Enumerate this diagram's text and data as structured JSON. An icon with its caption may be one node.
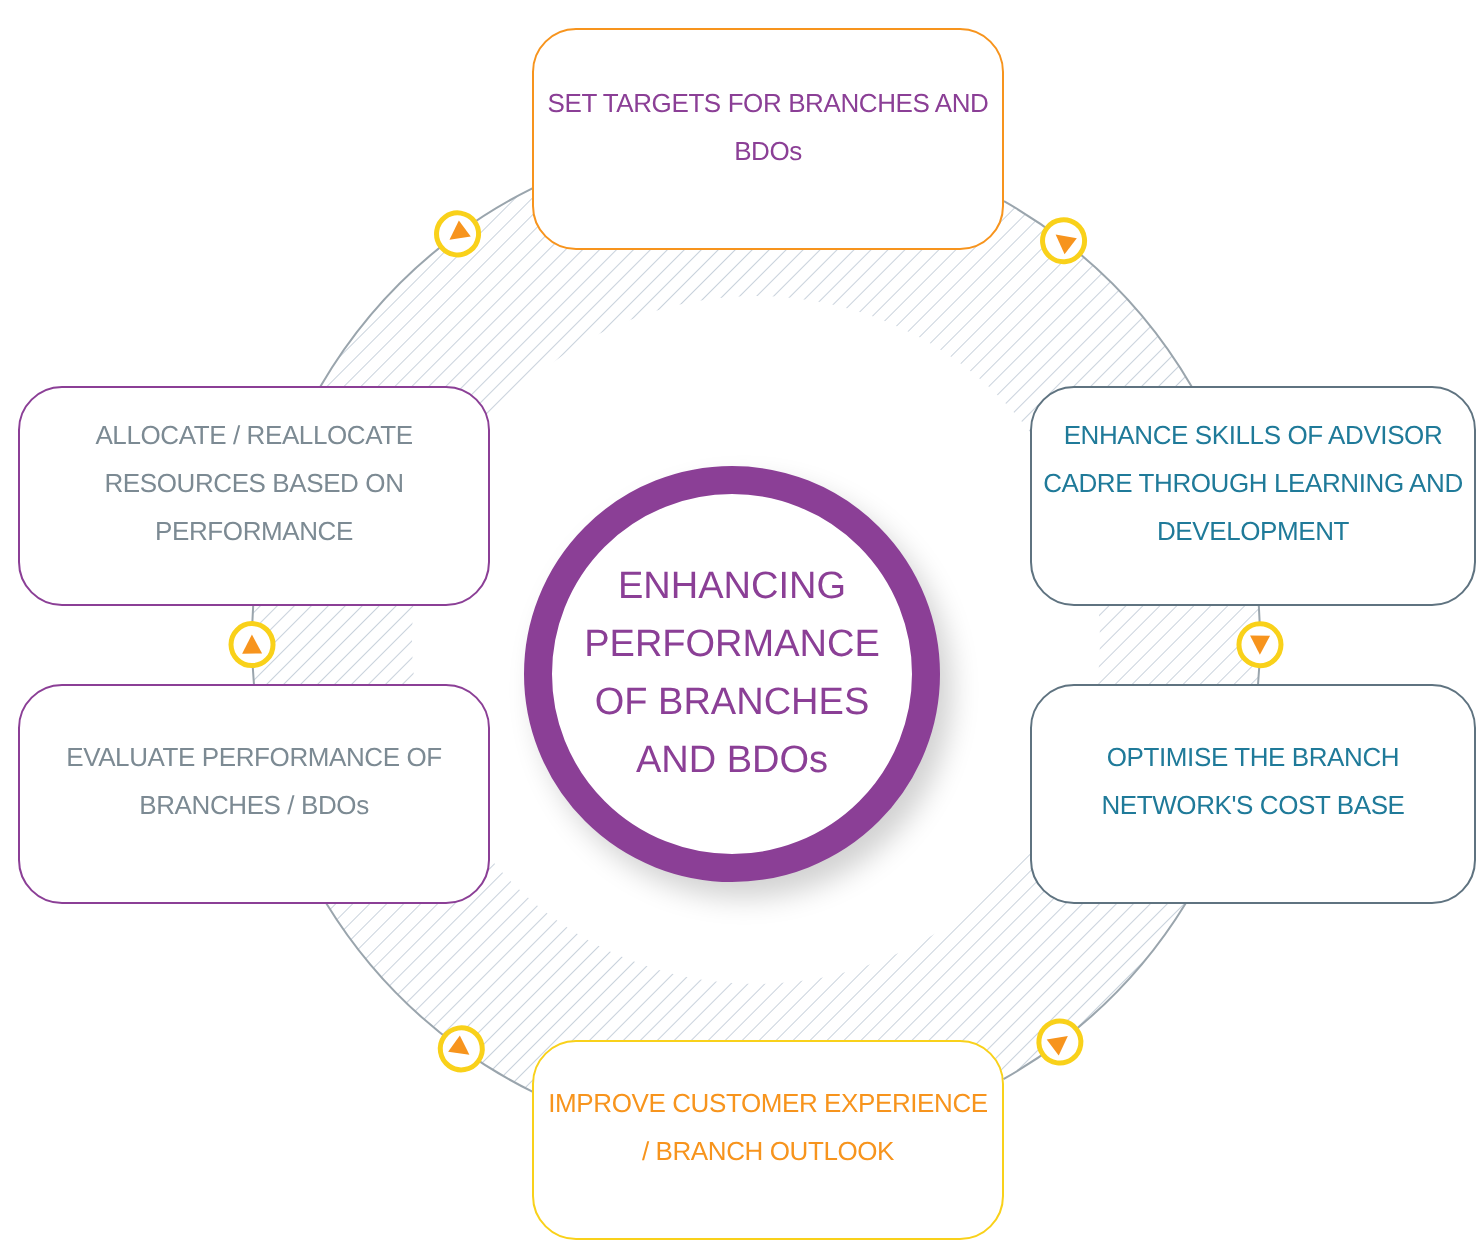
{
  "diagram": {
    "nodes": [
      {
        "text": [
          "SET TARGETS FOR BRANCHES AND BDOs"
        ]
      },
      {
        "text": [
          "ALLOCATE / REALLOCATE RESOURCES BASED ON PERFORMANCE"
        ]
      },
      {
        "text": [
          "ENHANCE SKILLS OF ADVISOR CADRE THROUGH LEARNING AND DEVELOPMENT"
        ]
      },
      {
        "text": [
          "ENHANCING PERFORMANCE OF BRANCHES AND BDOs"
        ]
      },
      {
        "text": [
          "EVALUATE PERFORMANCE OF BRANCHES / BDOs"
        ]
      },
      {
        "text": [
          "OPTIMISE THE BRANCH NETWORK'S COST BASE"
        ]
      },
      {
        "text": [
          "IMPROVE CUSTOMER EXPERIENCE / BRANCH OUTLOOK"
        ]
      }
    ],
    "edges": [
      {
        "from": 0,
        "to": 1,
        "arrow": "to"
      },
      {
        "from": 4,
        "to": 1,
        "arrow": "to"
      },
      {
        "from": 4,
        "to": 6,
        "arrow": "to"
      },
      {
        "from": 6,
        "to": 5,
        "arrow": "to"
      },
      {
        "from": 2,
        "to": 5,
        "arrow": "to"
      },
      {
        "from": 2,
        "to": 0,
        "arrow": "to"
      }
    ]
  }
}
